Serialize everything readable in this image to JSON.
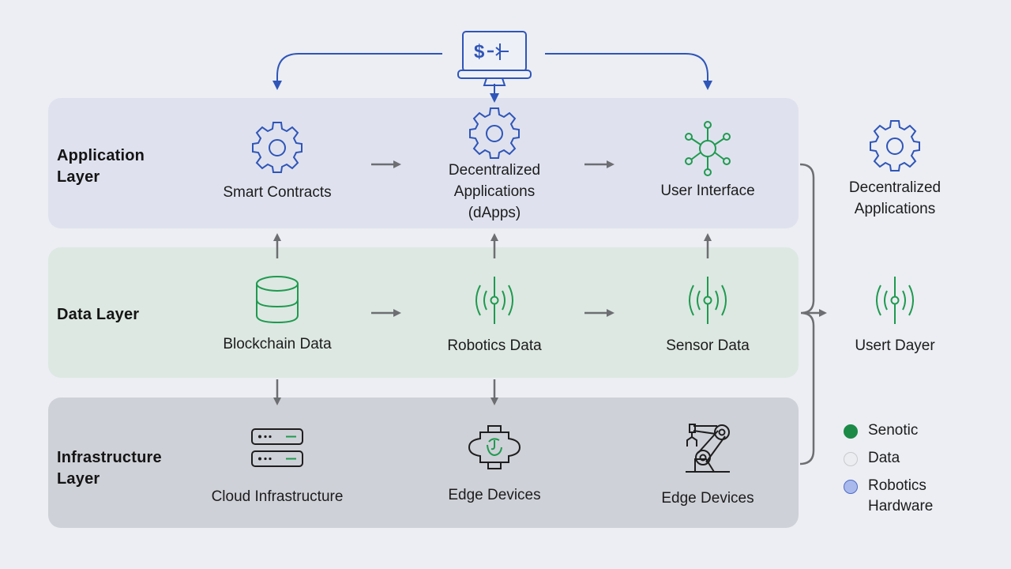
{
  "colors": {
    "blue": "#2f55b8",
    "green": "#1f9a4f",
    "arrow_gray": "#6d6e72",
    "dark_icon": "#1e1e1e"
  },
  "top_node": {
    "icon": "laptop-dollar-icon",
    "screen_text": "$-⇥"
  },
  "layers": [
    {
      "id": "application",
      "title": "Application\nLayer",
      "nodes": [
        {
          "label": "Smart Contracts",
          "icon": "gear-icon"
        },
        {
          "label": "Decentralized\nApplications\n(dApps)",
          "icon": "gear-icon"
        },
        {
          "label": "User Interface",
          "icon": "network-hub-icon"
        }
      ]
    },
    {
      "id": "data",
      "title": "Data Layer",
      "nodes": [
        {
          "label": "Blockchain Data",
          "icon": "database-icon"
        },
        {
          "label": "Robotics Data",
          "icon": "signal-antenna-icon"
        },
        {
          "label": "Sensor Data",
          "icon": "signal-antenna-icon"
        }
      ]
    },
    {
      "id": "infrastructure",
      "title": "Infrastructure\nLayer",
      "nodes": [
        {
          "label": "Cloud Infrastructure",
          "icon": "server-rack-icon"
        },
        {
          "label": "Edge Devices",
          "icon": "edge-device-icon"
        },
        {
          "label": "Edge Devices",
          "icon": "robot-arm-icon"
        }
      ]
    }
  ],
  "side_nodes": [
    {
      "label": "Decentralized\nApplications",
      "icon": "gear-icon"
    },
    {
      "label": "Usert Dayer",
      "icon": "signal-antenna-icon"
    }
  ],
  "legend": [
    {
      "label": "Senotic",
      "color": "#1b8a47",
      "border": "#1b8a47"
    },
    {
      "label": "Data",
      "color": "#ecedf0",
      "border": "#c9cacd"
    },
    {
      "label": "Robotics\nHardware",
      "color": "#a9b9ec",
      "border": "#4f6cc4"
    }
  ]
}
